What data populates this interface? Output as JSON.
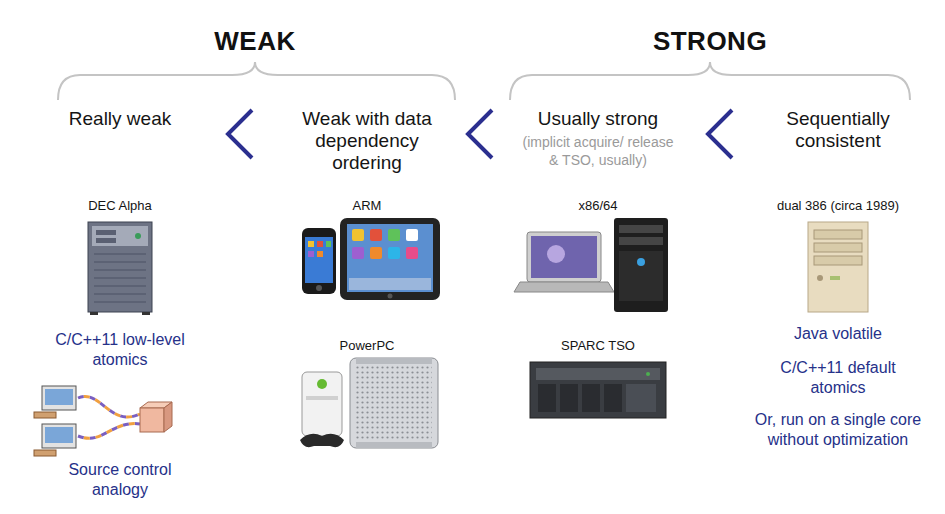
{
  "diagram": {
    "labels": [
      "WEAK",
      "STRONG",
      "Really weak",
      "Weak with data dependency ordering",
      "Usually strong",
      "(implicit acquire/ release & TSO, usually)",
      "Sequentially consistent",
      "DEC Alpha",
      "ARM",
      "x86/64",
      "dual 386 (circa 1989)",
      "C/C++11 low-level atomics",
      "PowerPC",
      "SPARC TSO",
      "Java volatile",
      "C/C++11 default atomics",
      "Or, run on a single core without optimization",
      "Source control analogy"
    ]
  }
}
